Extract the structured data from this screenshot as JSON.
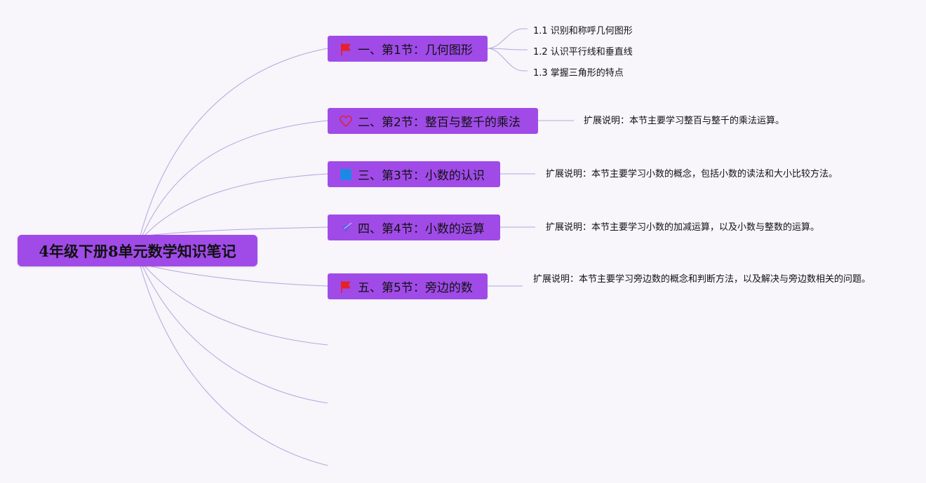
{
  "root": {
    "title": "4年级下册8单元数学知识笔记"
  },
  "branches": [
    {
      "icon": "red-flag-icon",
      "label": "一、第1节：几何图形",
      "children": [
        "1.1 识别和称呼几何图形",
        "1.2 认识平行线和垂直线",
        "1.3 掌握三角形的特点"
      ]
    },
    {
      "icon": "heart-outline-icon",
      "label": "二、第2节：整百与整千的乘法",
      "note": "扩展说明：本节主要学习整百与整千的乘法运算。"
    },
    {
      "icon": "blue-square-icon",
      "label": "三、第3节：小数的认识",
      "note": "扩展说明：本节主要学习小数的概念，包括小数的读法和大小比较方法。"
    },
    {
      "icon": "paper-plane-icon",
      "label": "四、第4节：小数的运算",
      "note": "扩展说明：本节主要学习小数的加减运算，以及小数与整数的运算。"
    },
    {
      "icon": "red-flag-icon",
      "label": "五、第5节：旁边的数",
      "note": "扩展说明：本节主要学习旁边数的概念和判断方法，以及解决与旁边数相关的问题。"
    }
  ],
  "colors": {
    "background": "#f8f5fb",
    "node_fill": "#a04be8",
    "connector": "#b3a6dc",
    "flag": "#e8202a",
    "heart": "#d9263a",
    "square": "#1e88e5",
    "plane": "#6a5ae0"
  }
}
